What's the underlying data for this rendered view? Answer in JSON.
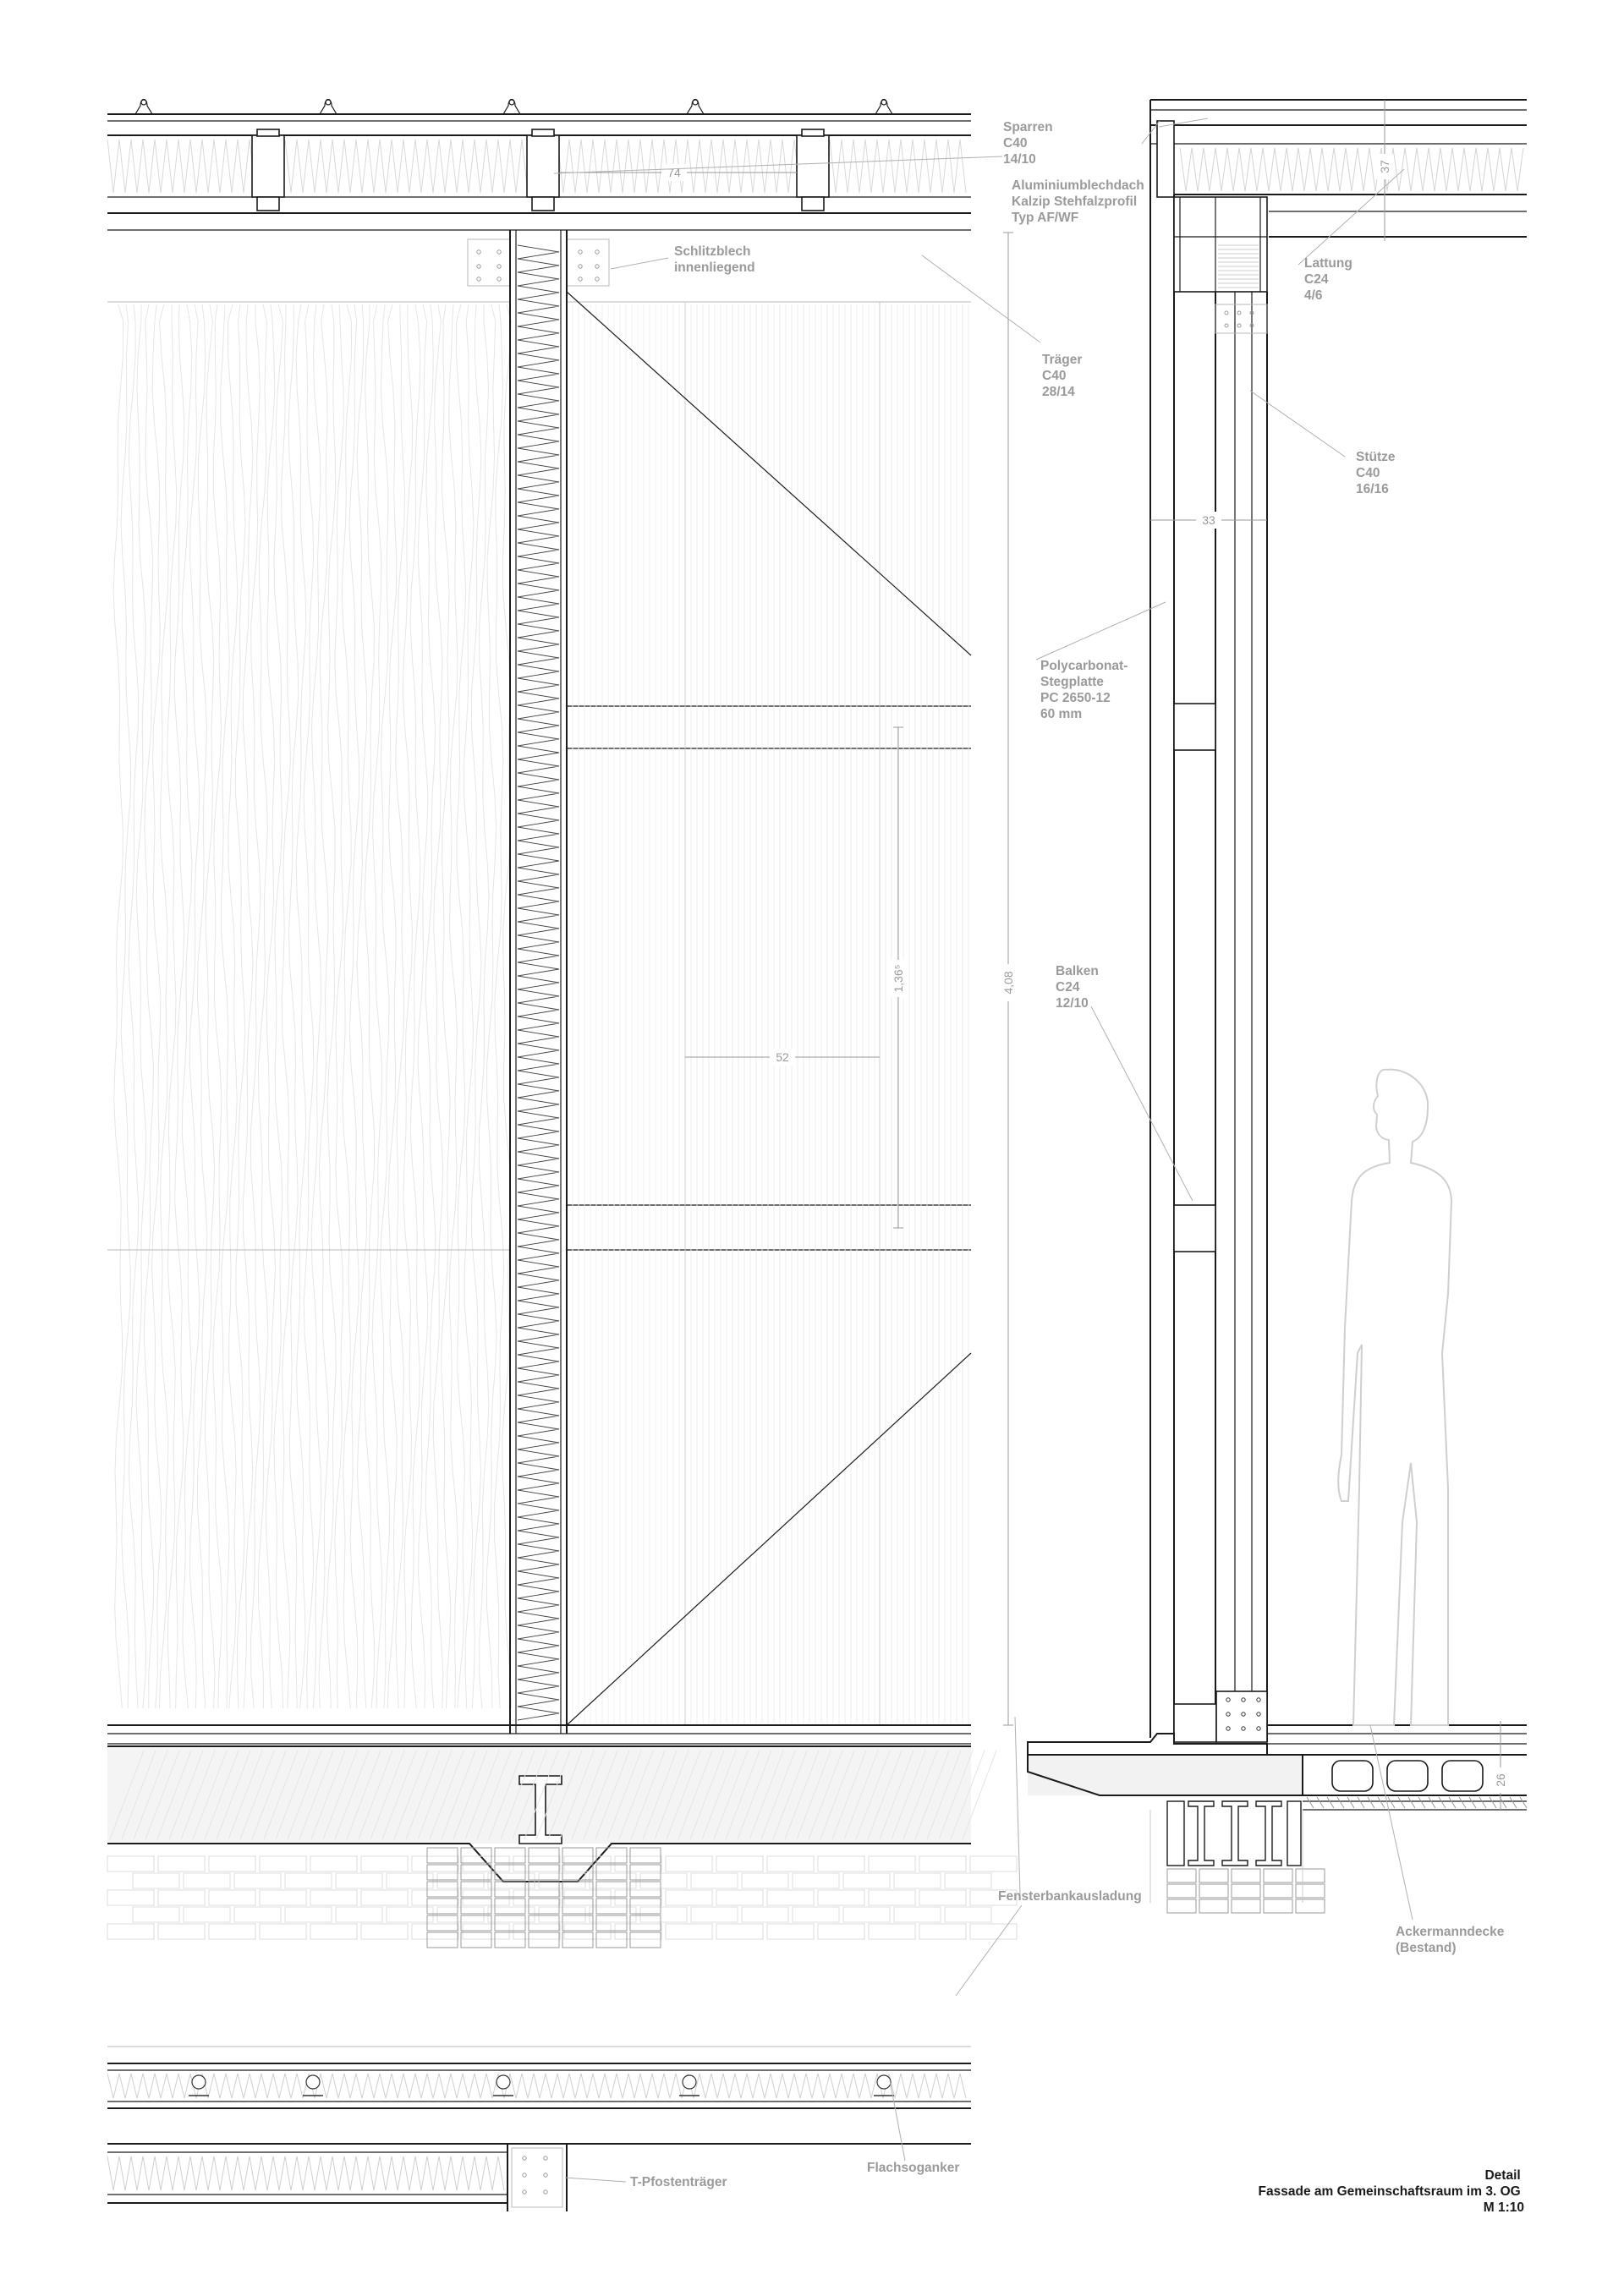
{
  "labels": {
    "sparren": [
      "Sparren",
      "C40",
      "14/10"
    ],
    "aluminium": [
      "Aluminiumblechdach",
      "Kalzip Stehfalzprofil",
      "Typ AF/WF"
    ],
    "schlitzblech": [
      "Schlitzblech",
      "innenliegend"
    ],
    "traeger": [
      "Träger",
      "C40",
      "28/14"
    ],
    "lattung": [
      "Lattung",
      "C24",
      "4/6"
    ],
    "stuetze": [
      "Stütze",
      "C40",
      "16/16"
    ],
    "polycarbonat": [
      "Polycarbonat-",
      "Stegplatte",
      "PC 2650-12",
      "60 mm"
    ],
    "balken": [
      "Balken",
      "C24",
      "12/10"
    ],
    "fensterbank": [
      "Fensterbankausladung"
    ],
    "ackermann": [
      "Ackermanndecke",
      "(Bestand)"
    ],
    "t_pfosten": [
      "T-Pfostenträger"
    ],
    "flachsog": [
      "Flachsoganker"
    ]
  },
  "dimensions": {
    "rafter_spacing": "74",
    "roof_depth": "37",
    "wall_depth": "33",
    "storey_height": "4,08",
    "panel_height": "1,36⁵",
    "panel_width": "52",
    "slab_depth": "26"
  },
  "title_block": [
    "Detail",
    "Fassade am Gemeinschaftsraum im 3. OG",
    "M 1:10"
  ]
}
